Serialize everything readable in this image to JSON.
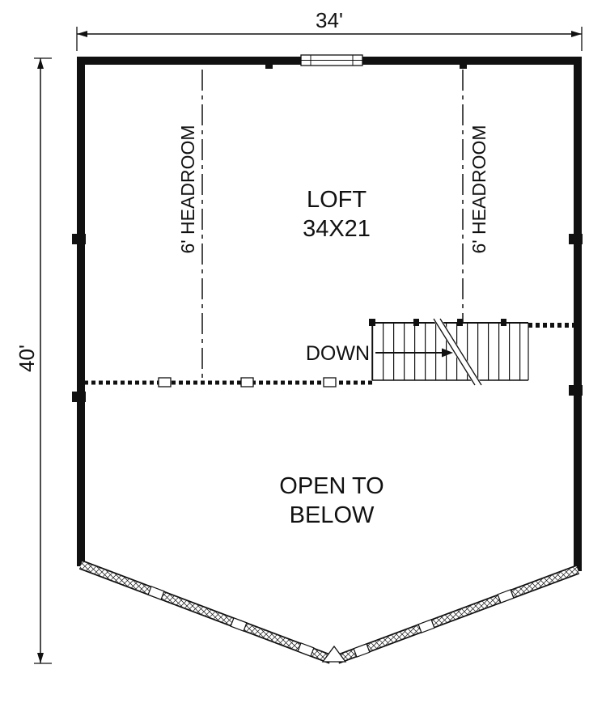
{
  "texts": {
    "width_dim": "34'",
    "height_dim": "40'",
    "headroom_left": "6' HEADROOM",
    "headroom_right": "6' HEADROOM",
    "room_name": "LOFT",
    "room_size": "34X21",
    "down": "DOWN",
    "open_line1": "OPEN TO",
    "open_line2": "BELOW"
  },
  "colors": {
    "ink": "#111111",
    "background": "#ffffff"
  }
}
